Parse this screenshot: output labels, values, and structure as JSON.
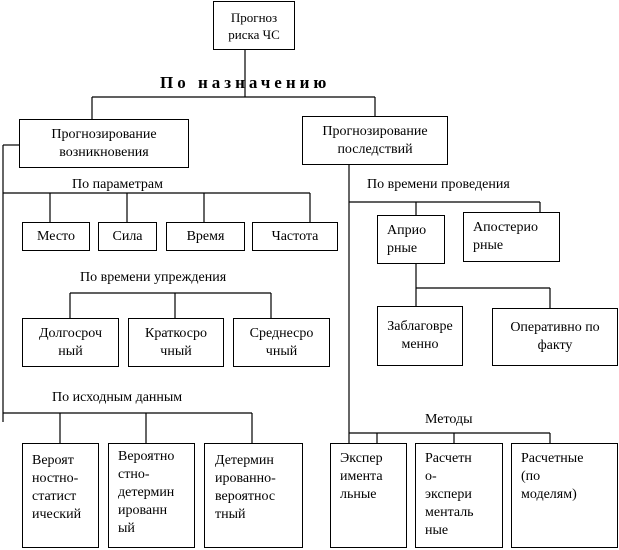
{
  "root": {
    "lines": [
      "Прогноз",
      "риска ЧС"
    ]
  },
  "purpose_label": "По назначению",
  "occurrence": {
    "title": [
      "Прогнозирование",
      "возникновения"
    ],
    "by_parameters": {
      "label": "По параметрам",
      "items": [
        "Место",
        "Сила",
        "Время",
        "Частота"
      ]
    },
    "by_lead_time": {
      "label": "По времени упреждения",
      "items": [
        [
          "Долгосроч",
          "ный"
        ],
        [
          "Краткосро",
          "чный"
        ],
        [
          "Среднесро",
          "чный"
        ]
      ]
    },
    "by_source_data": {
      "label": "По исходным данным",
      "items": [
        [
          "Вероят",
          "ностно-",
          "статист",
          "ический"
        ],
        [
          "Вероятно",
          "стно-",
          "детермин",
          "ированн",
          "ый"
        ],
        [
          "Детермин",
          "ированно-",
          "вероятнос",
          "тный"
        ]
      ]
    }
  },
  "consequences": {
    "title": [
      "Прогнозирование",
      "последствий"
    ],
    "by_time": {
      "label": "По времени проведения",
      "items": [
        [
          "Априо",
          "рные"
        ],
        [
          "Апостерио",
          "рные"
        ]
      ],
      "sub_items": [
        [
          "Заблаговре",
          "менно"
        ],
        [
          "Оперативно по",
          "факту"
        ]
      ]
    },
    "methods": {
      "label": "Методы",
      "items": [
        [
          "Экспер",
          "имента",
          "льные"
        ],
        [
          "Расчетн",
          "о-",
          "экспери",
          "менталь",
          "ные"
        ],
        [
          "Расчетные",
          "(по",
          "моделям)"
        ]
      ]
    }
  }
}
